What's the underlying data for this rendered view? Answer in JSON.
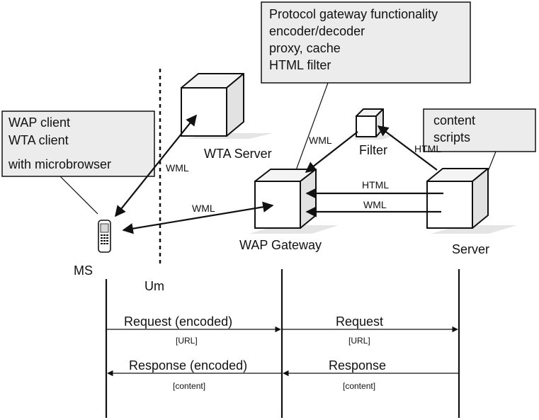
{
  "callouts": {
    "gateway": [
      "Protocol gateway functionality",
      "encoder/decoder",
      "proxy, cache",
      "HTML filter"
    ],
    "client": [
      "WAP client",
      "WTA client",
      "with microbrowser"
    ],
    "server": [
      "content",
      "scripts"
    ]
  },
  "nodes": {
    "wta_server": "WTA Server",
    "filter": "Filter",
    "wap_gateway": "WAP Gateway",
    "server": "Server",
    "ms": "MS",
    "um": "Um"
  },
  "links": {
    "ms_wta": "WML",
    "ms_gateway": "WML",
    "filter_gateway": "WML",
    "server_filter": "HTML",
    "server_gateway_html": "HTML",
    "server_gateway_wml": "WML"
  },
  "messages": {
    "request_encoded": "Request (encoded)",
    "request_encoded_param": "[URL]",
    "request": "Request",
    "request_param": "[URL]",
    "response_encoded": "Response (encoded)",
    "response_encoded_param": "[content]",
    "response": "Response",
    "response_param": "[content]"
  }
}
